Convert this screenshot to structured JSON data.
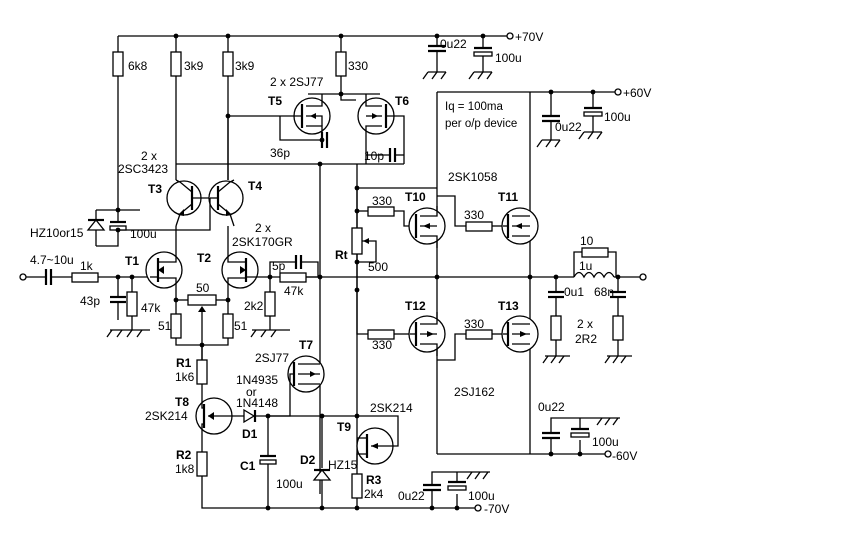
{
  "rails": {
    "p70": "+70V",
    "p60": "+60V",
    "n60": "-60V",
    "n70": "-70V"
  },
  "refs": {
    "t1": "T1",
    "t2": "T2",
    "t3": "T3",
    "t4": "T4",
    "t5": "T5",
    "t6": "T6",
    "t7": "T7",
    "t8": "T8",
    "t9": "T9",
    "t10": "T10",
    "t11": "T11",
    "t12": "T12",
    "t13": "T13",
    "rt": "Rt",
    "r1": "R1",
    "r2": "R2",
    "r3": "R3",
    "c1": "C1",
    "d1": "D1",
    "d2": "D2"
  },
  "values": {
    "r6k8": "6k8",
    "r3k9a": "3k9",
    "r3k9b": "3k9",
    "r330top": "330",
    "c0u22a": "0u22",
    "c100ua": "100u",
    "c0u22b": "0u22",
    "c100ub": "100u",
    "c0u22c": "0u22",
    "c100uc": "100u",
    "c0u22d": "0u22",
    "c100ud": "100u",
    "c36p": "36p",
    "c10p": "10p",
    "c100uz": "100u",
    "cin": "4.7~10u",
    "r1k": "1k",
    "c43p": "43p",
    "r47k": "47k",
    "pot50": "50",
    "r51a": "51",
    "r51b": "51",
    "c5p": "5p",
    "r47kb": "47k",
    "r2k2": "2k2",
    "r330a": "330",
    "r330b": "330",
    "r330c": "330",
    "r330d": "330",
    "rt500": "500",
    "r10": "10",
    "l1u": "1u",
    "c0u1": "0u1",
    "c68n": "68n",
    "r1k6": "1k6",
    "r1k8": "1k8",
    "r2k4": "2k4",
    "c1val": "100u",
    "d2val": "HZ15"
  },
  "types": {
    "t56": "2 x 2SJ77",
    "t34a": "2 x",
    "t34b": "2SC3423",
    "t12a": "2 x",
    "t12b": "2SK170GR",
    "zener": "HZ10or15",
    "t7": "2SJ77",
    "d1a": "1N4935",
    "d1b": "or",
    "d1c": "1N4148",
    "t8": "2SK214",
    "t9": "2SK214",
    "t1011": "2SK1058",
    "t1213": "2SJ162",
    "rr": "2 x",
    "rr2": "2R2"
  },
  "notes": {
    "iq1": "Iq = 100ma",
    "iq2": "per o/p device"
  }
}
